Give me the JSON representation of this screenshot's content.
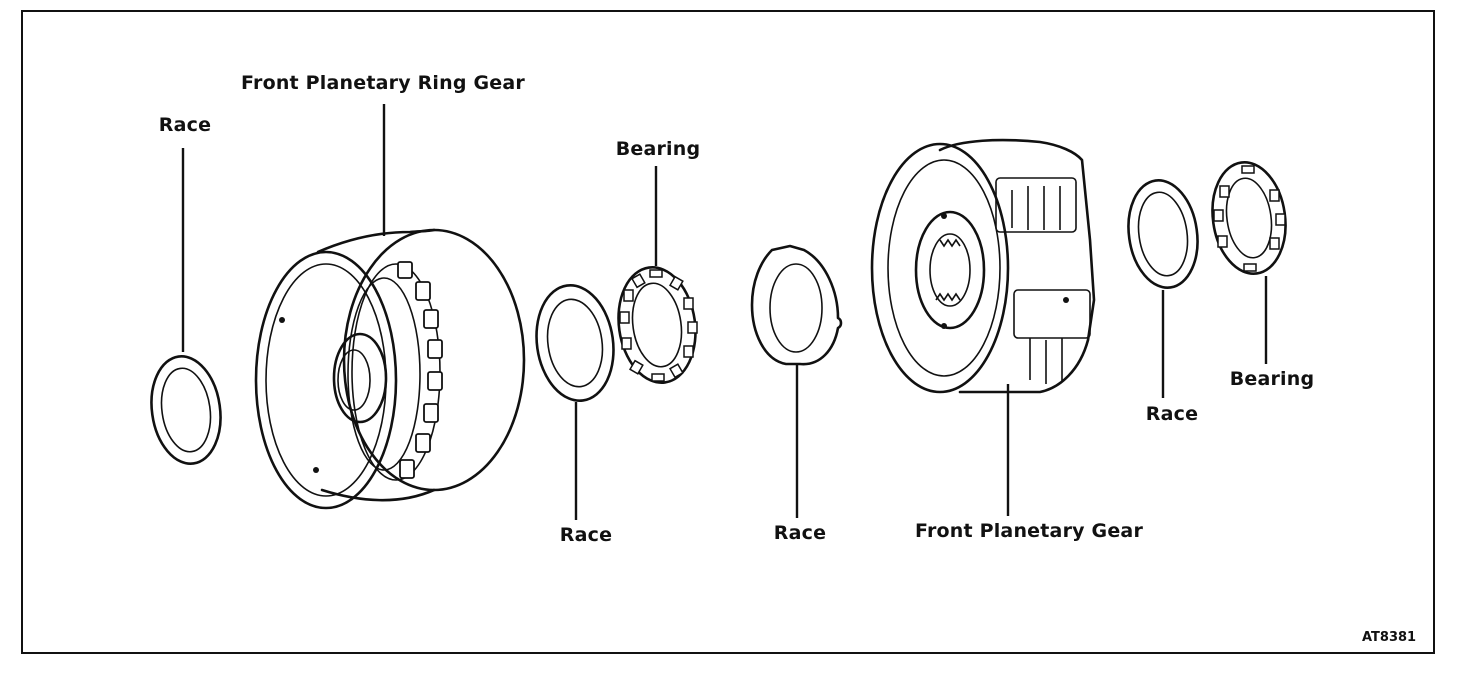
{
  "figure_code": "AT8381",
  "labels": {
    "race_far_left": "Race",
    "front_planetary_ring_gear": "Front Planetary Ring Gear",
    "bearing_center": "Bearing",
    "race_center_left": "Race",
    "race_center": "Race",
    "front_planetary_gear": "Front Planetary Gear",
    "race_right": "Race",
    "bearing_right": "Bearing"
  }
}
